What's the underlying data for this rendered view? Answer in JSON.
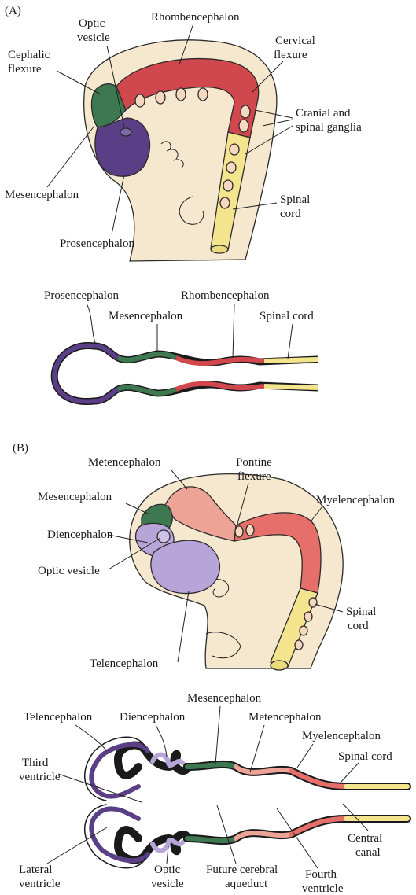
{
  "colors": {
    "embryo_skin": "#f6e7cf",
    "prosencephalon": "#5a3f86",
    "telencephalon": "#5a3f86",
    "diencephalon": "#b7a4d8",
    "mesencephalon": "#3e7850",
    "rhombencephalon": "#d1474e",
    "metencephalon": "#eea397",
    "myelencephalon": "#e66f6a",
    "spinal_cord": "#f4e48e",
    "ganglia": "#f6d8c0"
  },
  "panel_a": {
    "tag": "(A)",
    "embryo_labels": {
      "cephalic_flexure": [
        "Cephalic",
        "flexure"
      ],
      "optic_vesicle": [
        "Optic",
        "vesicle"
      ],
      "rhombencephalon": "Rhombencephalon",
      "cervical_flexure": [
        "Cervical",
        "flexure"
      ],
      "cranial_spinal_ganglia": [
        "Cranial and",
        "spinal ganglia"
      ],
      "mesencephalon": "Mesencephalon",
      "spinal_cord": [
        "Spinal",
        "cord"
      ],
      "prosencephalon": "Prosencephalon"
    },
    "tube_labels": {
      "prosencephalon": "Prosencephalon",
      "mesencephalon": "Mesencephalon",
      "rhombencephalon": "Rhombencephalon",
      "spinal_cord": "Spinal cord"
    }
  },
  "panel_b": {
    "tag": "(B)",
    "embryo_labels": {
      "metencephalon": "Metencephalon",
      "pontine_flexure": [
        "Pontine",
        "flexure"
      ],
      "mesencephalon": "Mesencephalon",
      "myelencephalon": "Myelencephalon",
      "diencephalon": "Diencephalon",
      "optic_vesicle": "Optic vesicle",
      "spinal_cord": [
        "Spinal",
        "cord"
      ],
      "telencephalon": "Telencephalon"
    },
    "tube_labels": {
      "mesencephalon": "Mesencephalon",
      "telencephalon": "Telencephalon",
      "diencephalon": "Diencephalon",
      "metencephalon": "Metencephalon",
      "myelencephalon": "Myelencephalon",
      "spinal_cord": "Spinal cord",
      "third_ventricle": [
        "Third",
        "ventricle"
      ],
      "central_canal": [
        "Central",
        "canal"
      ],
      "lateral_ventricle": [
        "Lateral",
        "ventricle"
      ],
      "optic_vesicle": [
        "Optic",
        "vesicle"
      ],
      "future_cerebral_aqueduct": [
        "Future cerebral",
        "aqueduct"
      ],
      "fourth_ventricle": [
        "Fourth",
        "ventricle"
      ]
    }
  }
}
